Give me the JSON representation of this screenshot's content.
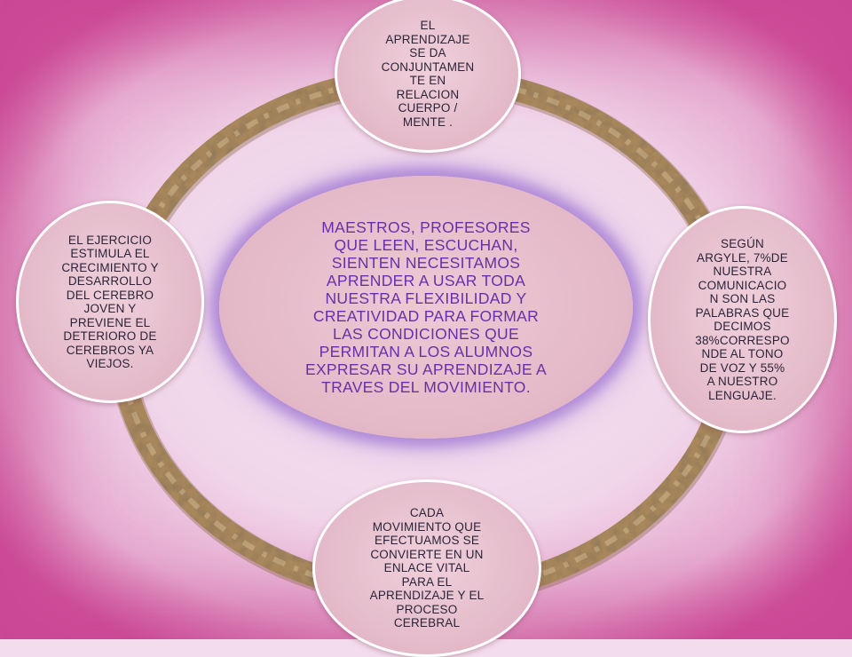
{
  "diagram": {
    "center_text": "MAESTROS, PROFESORES\nQUE LEEN, ESCUCHAN,\nSIENTEN NECESITAMOS\nAPRENDER A USAR TODA\nNUESTRA FLEXIBILIDAD Y\nCREATIVIDAD PARA FORMAR\nLAS CONDICIONES  QUE\nPERMITAN A LOS ALUMNOS\nEXPRESAR SU APRENDIZAJE A\nTRAVES DEL MOVIMIENTO.",
    "nodes": [
      {
        "text": "EL\nAPRENDIZAJE\nSE DA\nCONJUNTAMEN\nTE EN\nRELACION\nCUERPO /\nMENTE ."
      },
      {
        "text": "SEGÚN\nARGYLE, 7%DE\nNUESTRA\nCOMUNICACIO\nN SON LAS\nPALABRAS QUE\nDECIMOS\n38%CORRESPO\nNDE AL TONO\nDE VOZ Y 55%\nA NUESTRO\nLENGUAJE."
      },
      {
        "text": "CADA\nMOVIMIENTO QUE\nEFECTUAMOS SE\nCONVIERTE EN UN\nENLACE VITAL\nPARA EL\nAPRENDIZAJE Y EL\nPROCESO\nCEREBRAL"
      },
      {
        "text": "EL EJERCICIO\nESTIMULA EL\nCRECIMIENTO Y\nDESARROLLO\nDEL CEREBRO\nJOVEN Y\nPREVIENE EL\nDETERIORO DE\nCEREBROS YA\nVIEJOS."
      }
    ]
  },
  "colors": {
    "ring": "#a9875c",
    "center_text": "#6a2fa6",
    "node_text": "#2b2438"
  }
}
